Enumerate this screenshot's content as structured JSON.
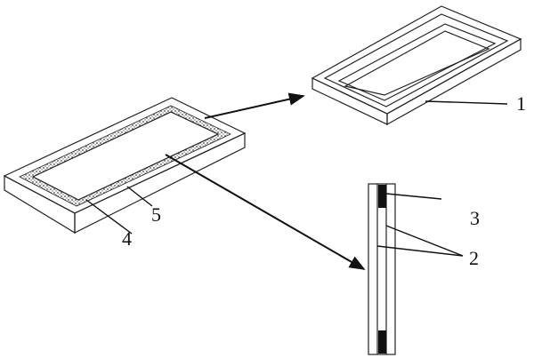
{
  "labels": {
    "frame": "1",
    "glass_layer": "2",
    "gap": "3",
    "seal": "4",
    "spacer": "5"
  },
  "colors": {
    "line": "#222222",
    "seal_fill": "#555555",
    "black_block": "#111111"
  }
}
